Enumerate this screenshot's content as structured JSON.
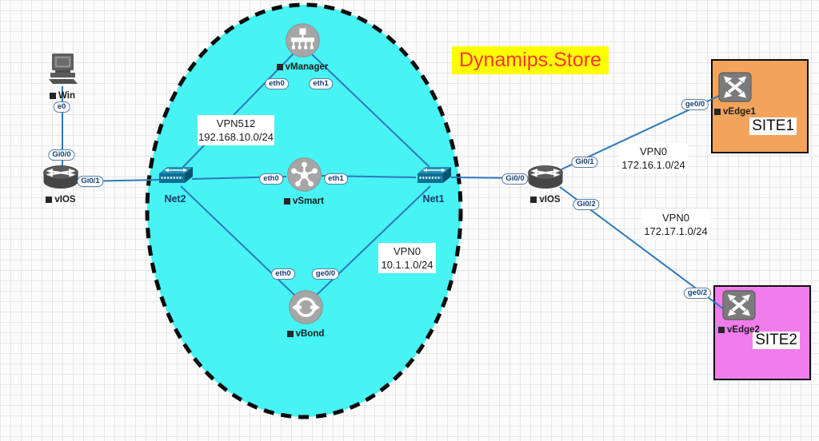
{
  "title": {
    "text": "Dynamips.Store",
    "text_color": "#FF3333",
    "bg_color": "#FFFF00"
  },
  "zone": {
    "fill": "#47F3F3"
  },
  "colors": {
    "link": "#2E78BC"
  },
  "nodes": {
    "win": {
      "label": "Win"
    },
    "vios_left": {
      "label": "vIOS"
    },
    "net2": {
      "label": "Net2"
    },
    "net1": {
      "label": "Net1"
    },
    "vmanager": {
      "label": "vManager"
    },
    "vsmart": {
      "label": "vSmart"
    },
    "vbond": {
      "label": "vBond"
    },
    "vios_right": {
      "label": "vIOS"
    },
    "vedge1": {
      "label": "vEdge1"
    },
    "vedge2": {
      "label": "vEdge2"
    }
  },
  "port_labels": {
    "win_e0": "e0",
    "vios_left_gi00": "Gi0/0",
    "vios_left_gi01": "Gi0/1",
    "vmanager_eth0": "eth0",
    "vmanager_eth1": "eth1",
    "vsmart_eth0": "eth0",
    "vsmart_eth1": "eth1",
    "vbond_eth0": "eth0",
    "vbond_ge00": "ge0/0",
    "vios_right_gi00": "Gi0/0",
    "vios_right_gi01": "Gi0/1",
    "vios_right_gi02": "Gi0/2",
    "vedge1_ge00": "ge0/0",
    "vedge2_ge02": "ge0/2"
  },
  "network_labels": {
    "vpn512": {
      "name": "VPN512",
      "subnet": "192.168.10.0/24"
    },
    "vpn0_core": {
      "name": "VPN0",
      "subnet": "10.1.1.0/24"
    },
    "vpn0_site1": {
      "name": "VPN0",
      "subnet": "172.16.1.0/24"
    },
    "vpn0_site2": {
      "name": "VPN0",
      "subnet": "172.17.1.0/24"
    }
  },
  "sites": {
    "site1": {
      "label": "SITE1",
      "fill": "#F2A45C"
    },
    "site2": {
      "label": "SITE2",
      "fill": "#F17CEB"
    }
  }
}
